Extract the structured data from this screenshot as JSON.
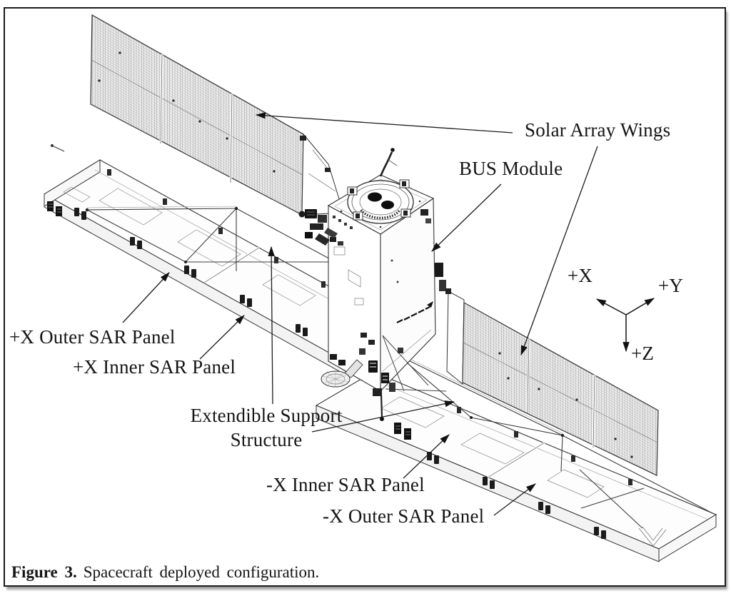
{
  "figure": {
    "type": "technical-diagram",
    "subject": "Spacecraft deployed configuration",
    "caption": {
      "label": "Figure 3.",
      "text": "Spacecraft deployed configuration."
    }
  },
  "annotations": {
    "solar_array_wings": "Solar Array Wings",
    "bus_module": "BUS Module",
    "px_outer_sar_panel": "+X Outer SAR Panel",
    "px_inner_sar_panel": "+X Inner SAR Panel",
    "extendible_support_line1": "Extendible Support",
    "extendible_support_line2": "Structure",
    "nx_inner_sar_panel": "-X Inner SAR Panel",
    "nx_outer_sar_panel": "-X Outer SAR Panel"
  },
  "axes": {
    "x": "+X",
    "y": "+Y",
    "z": "+Z"
  },
  "colors": {
    "ink": "#1a1a1a",
    "background": "#ffffff",
    "panel_grid": "#6f6f6f"
  }
}
